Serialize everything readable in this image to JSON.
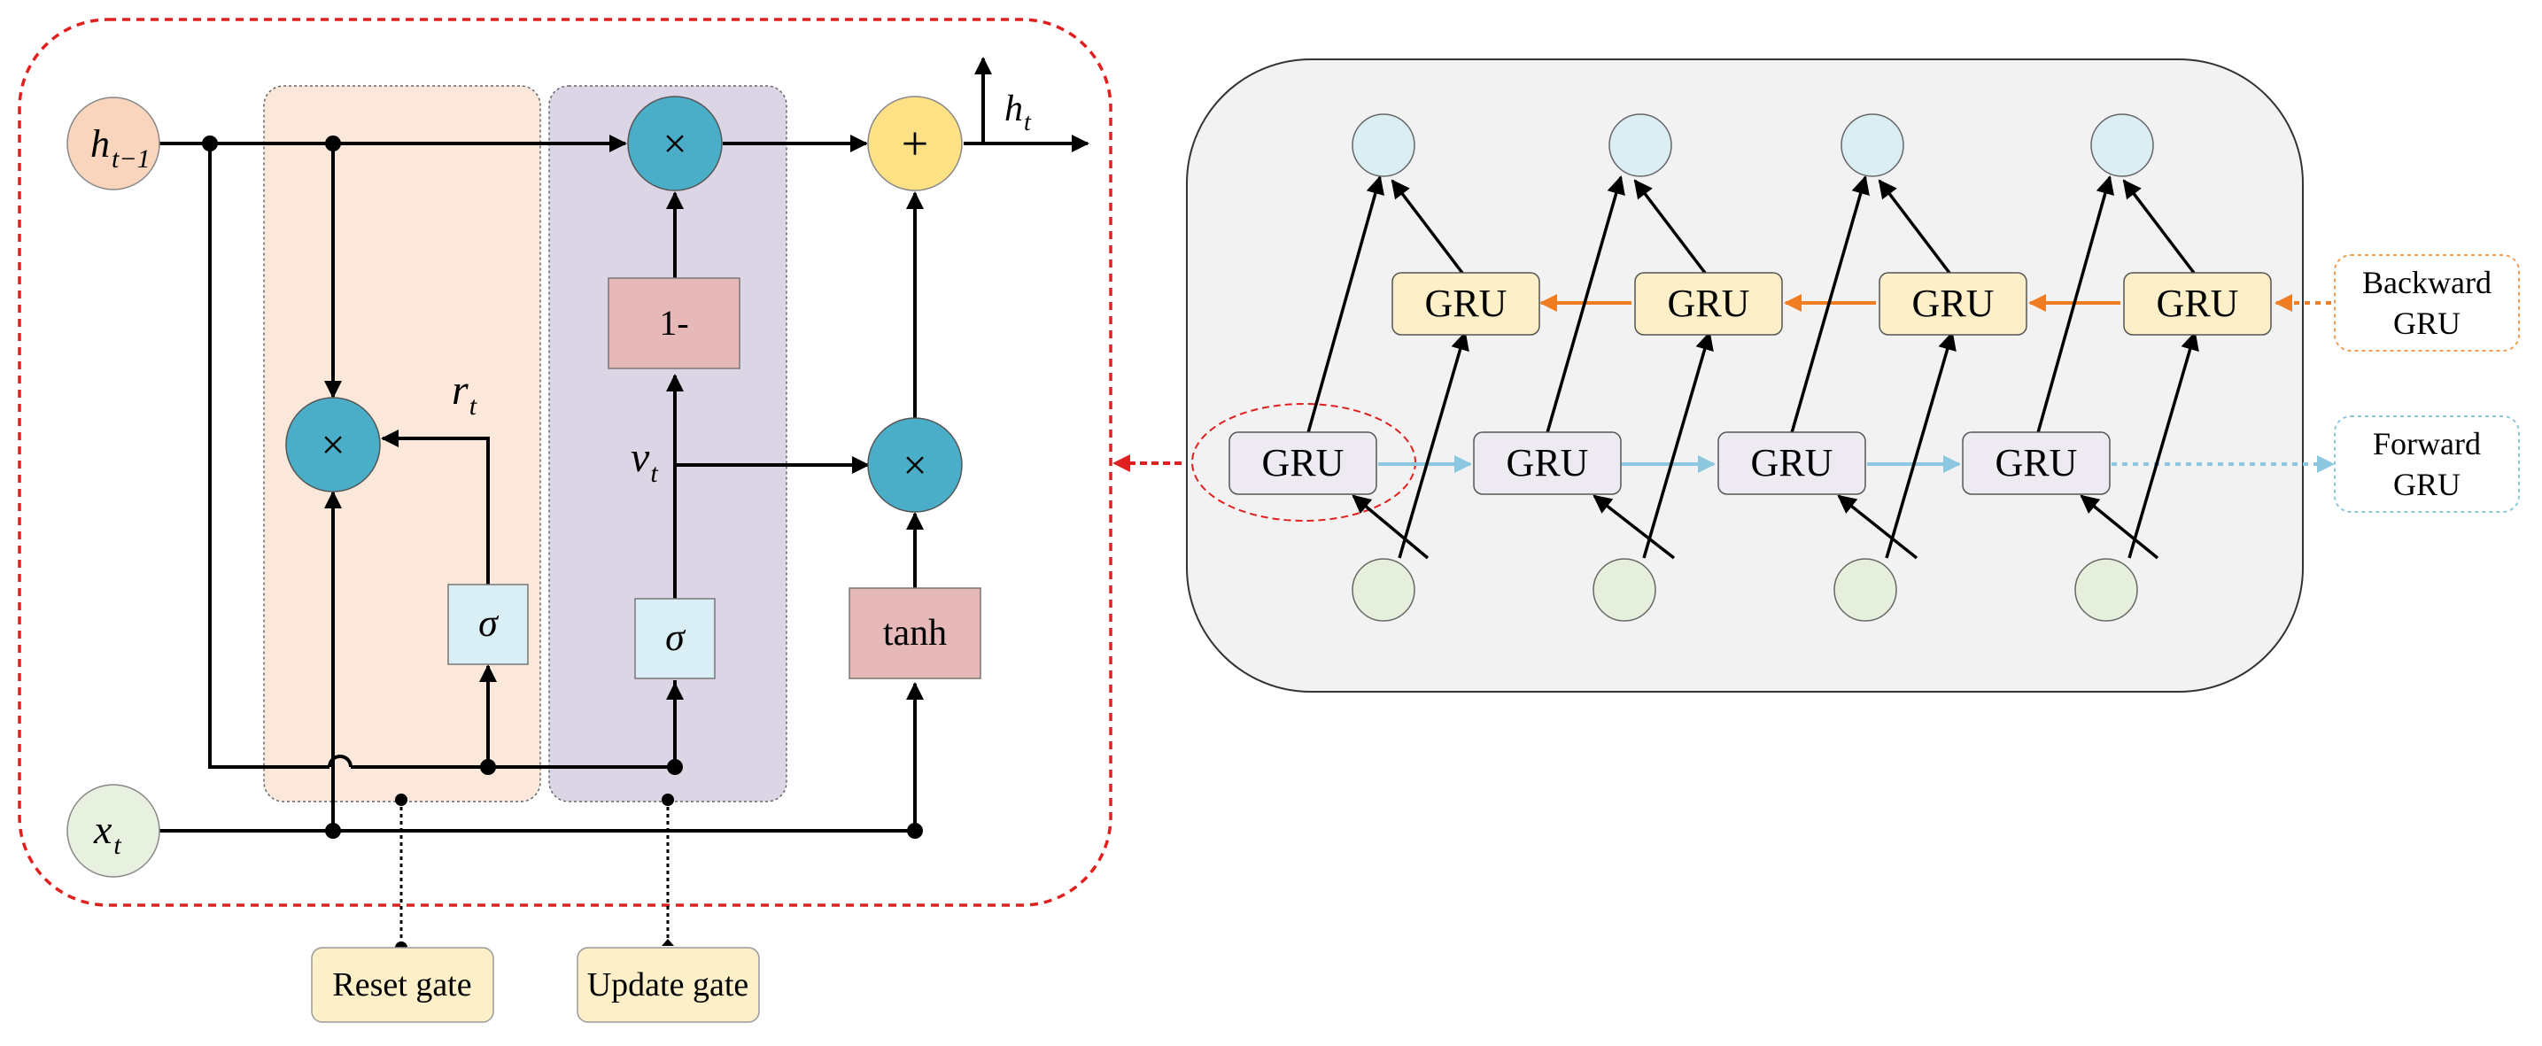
{
  "gru_cell": {
    "inputs": {
      "h_prev": {
        "base": "h",
        "sub": "t−1"
      },
      "x": {
        "base": "x",
        "sub": "t"
      }
    },
    "output": {
      "base": "h",
      "sub": "t"
    },
    "reset_signal": {
      "base": "r",
      "sub": "t"
    },
    "update_signal": {
      "base": "v",
      "sub": "t"
    },
    "operators": {
      "multiply": "×",
      "add": "+",
      "sigma": "σ",
      "one_minus": "1-",
      "tanh": "tanh"
    },
    "gate_labels": {
      "reset": "Reset gate",
      "update": "Update gate"
    }
  },
  "bigru": {
    "unit_label": "GRU",
    "backward_label": [
      "Backward",
      "GRU"
    ],
    "forward_label": [
      "Forward",
      "GRU"
    ],
    "steps": 4
  },
  "colors": {
    "red_dashed": "#e0201f",
    "h_prev_fill": "#f9d5bd",
    "x_fill": "#e8f1e0",
    "op_teal": "#4aaec8",
    "add_yellow": "#fde184",
    "reset_region": "#fbe8da",
    "update_region": "#dcd5e6",
    "pink_box": "#e6b9b8",
    "sigma_box": "#daeef5",
    "label_box": "#fdf0c8",
    "panel_bg": "#f2f2f2",
    "top_node": "#daeef4",
    "bottom_node": "#e6efdb",
    "back_gru": "#fdf0c8",
    "fwd_gru": "#eeeaf2",
    "orange": "#ef7d22",
    "light_blue": "#8dc6df"
  }
}
